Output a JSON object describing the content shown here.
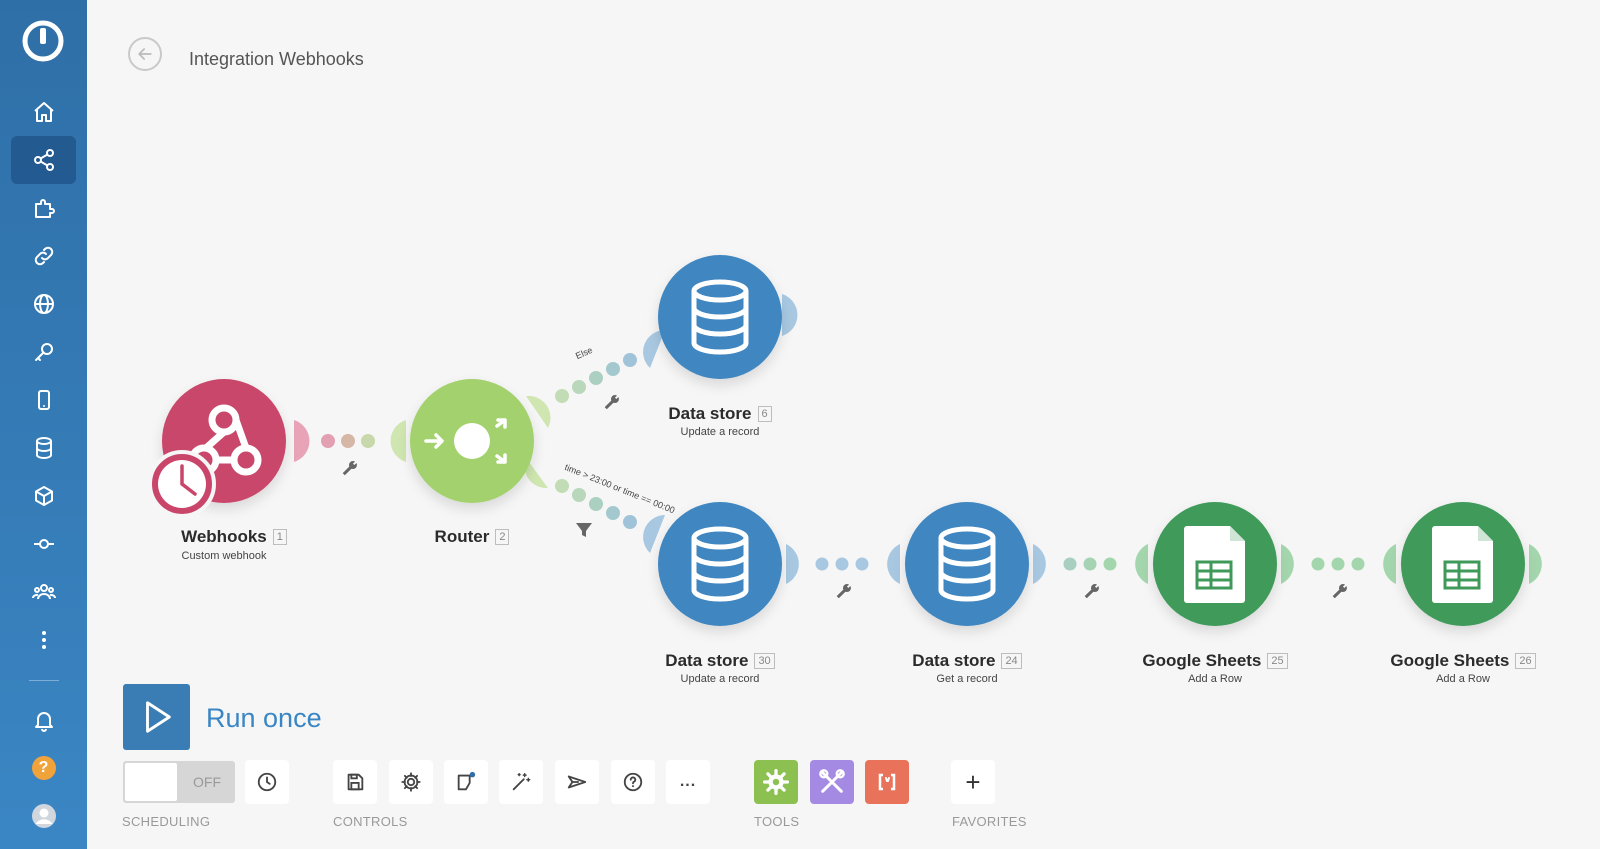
{
  "page": {
    "title": "Integration Webhooks"
  },
  "sidebar": {
    "items": [
      {
        "name": "home-icon"
      },
      {
        "name": "share-icon",
        "active": true
      },
      {
        "name": "puzzle-icon"
      },
      {
        "name": "link-icon"
      },
      {
        "name": "globe-icon"
      },
      {
        "name": "key-icon"
      },
      {
        "name": "mobile-icon"
      },
      {
        "name": "database-icon"
      },
      {
        "name": "cube-icon"
      },
      {
        "name": "flow-icon"
      },
      {
        "name": "team-icon"
      },
      {
        "name": "more-vertical-icon"
      }
    ],
    "bottom": [
      {
        "name": "bell-icon"
      },
      {
        "name": "help-icon",
        "text": "?"
      },
      {
        "name": "avatar"
      }
    ]
  },
  "modules": [
    {
      "id": "webhooks",
      "label": "Webhooks",
      "number": "1",
      "sub": "Custom webhook",
      "color": "#c9466a"
    },
    {
      "id": "router",
      "label": "Router",
      "number": "2",
      "sub": "",
      "color": "#a3d16e"
    },
    {
      "id": "ds6",
      "label": "Data store",
      "number": "6",
      "sub": "Update a record",
      "color": "#3f86c0"
    },
    {
      "id": "ds30",
      "label": "Data store",
      "number": "30",
      "sub": "Update a record",
      "color": "#3f86c0"
    },
    {
      "id": "ds24",
      "label": "Data store",
      "number": "24",
      "sub": "Get a record",
      "color": "#3f86c0"
    },
    {
      "id": "gs25",
      "label": "Google Sheets",
      "number": "25",
      "sub": "Add a Row",
      "color": "#3f9a5a"
    },
    {
      "id": "gs26",
      "label": "Google Sheets",
      "number": "26",
      "sub": "Add a Row",
      "color": "#3f9a5a"
    }
  ],
  "routes": {
    "else_label": "Else",
    "filter_label": "time > 23:00 or time == 00:00"
  },
  "toolbar": {
    "run_label": "Run once",
    "toggle_label": "OFF",
    "scheduling_label": "SCHEDULING",
    "controls_label": "CONTROLS",
    "tools_label": "TOOLS",
    "favorites_label": "FAVORITES",
    "more_label": "...",
    "favorites_add": "+",
    "tools": [
      {
        "name": "tool-settings-button",
        "color": "#8cc152"
      },
      {
        "name": "tool-tools-button",
        "color": "#a48ae3"
      },
      {
        "name": "tool-text-parser-button",
        "color": "#e8735a"
      }
    ]
  }
}
